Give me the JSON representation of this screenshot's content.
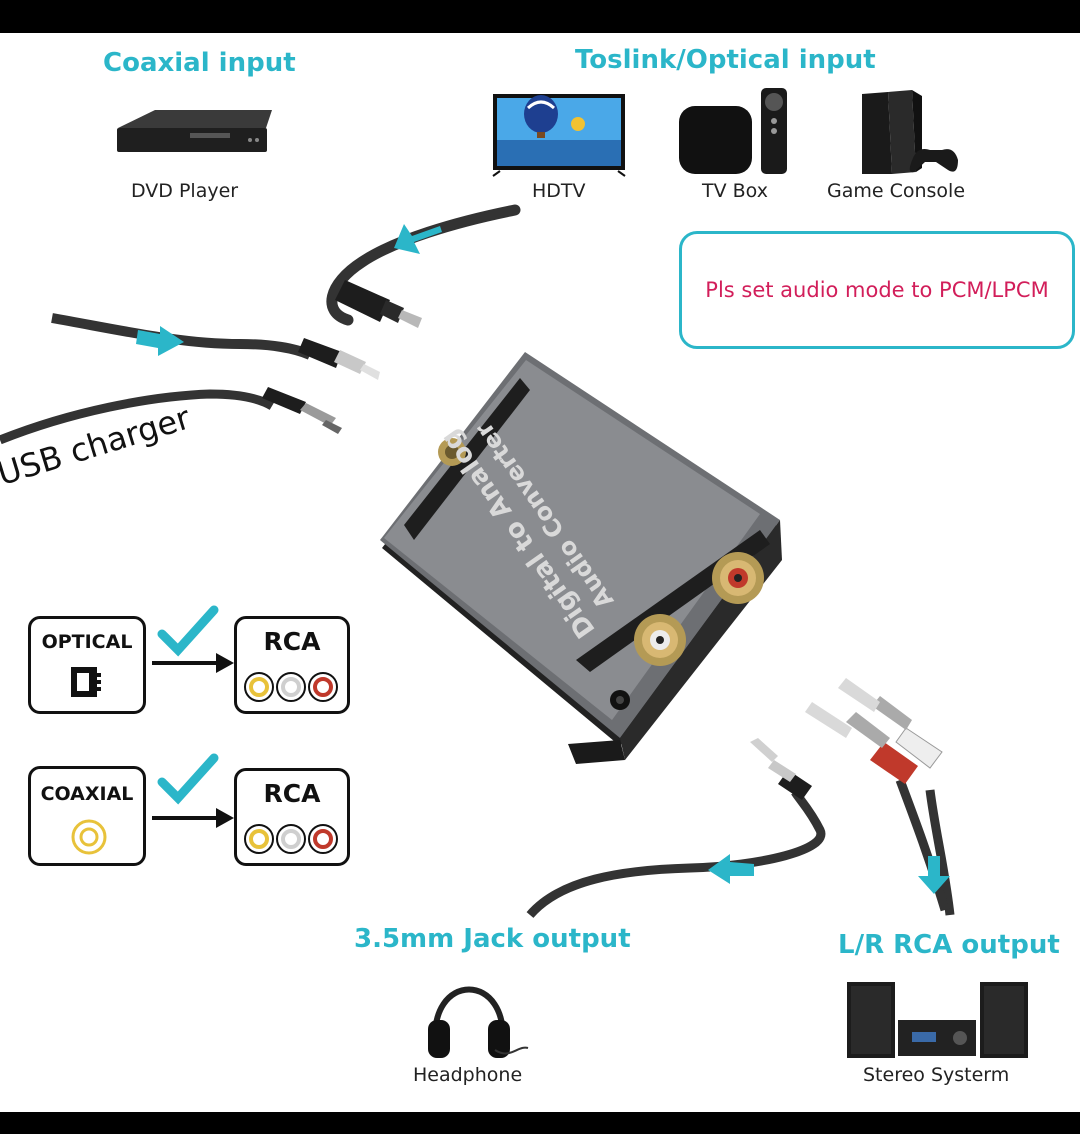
{
  "headings": {
    "coaxial_input": "Coaxial input",
    "optical_input": "Toslink/Optical input",
    "jack_output": "3.5mm Jack output",
    "rca_output": "L/R RCA output"
  },
  "devices": {
    "dvd_player": "DVD Player",
    "hdtv": "HDTV",
    "tv_box": "TV Box",
    "game_console": "Game Console",
    "headphone": "Headphone",
    "stereo_system": "Stereo Systerm"
  },
  "notice": "Pls set audio mode to PCM/LPCM",
  "usb_label": "USB charger",
  "converter": {
    "line1": "Digital to Analog",
    "line2": "Audio Converter"
  },
  "legend": {
    "optical": "OPTICAL",
    "coaxial": "COAXIAL",
    "rca": "RCA"
  },
  "colors": {
    "accent": "#2bb6c9",
    "notice_text": "#d21e5a",
    "rca_yellow": "#e8c23a",
    "rca_red": "#c0392b"
  }
}
